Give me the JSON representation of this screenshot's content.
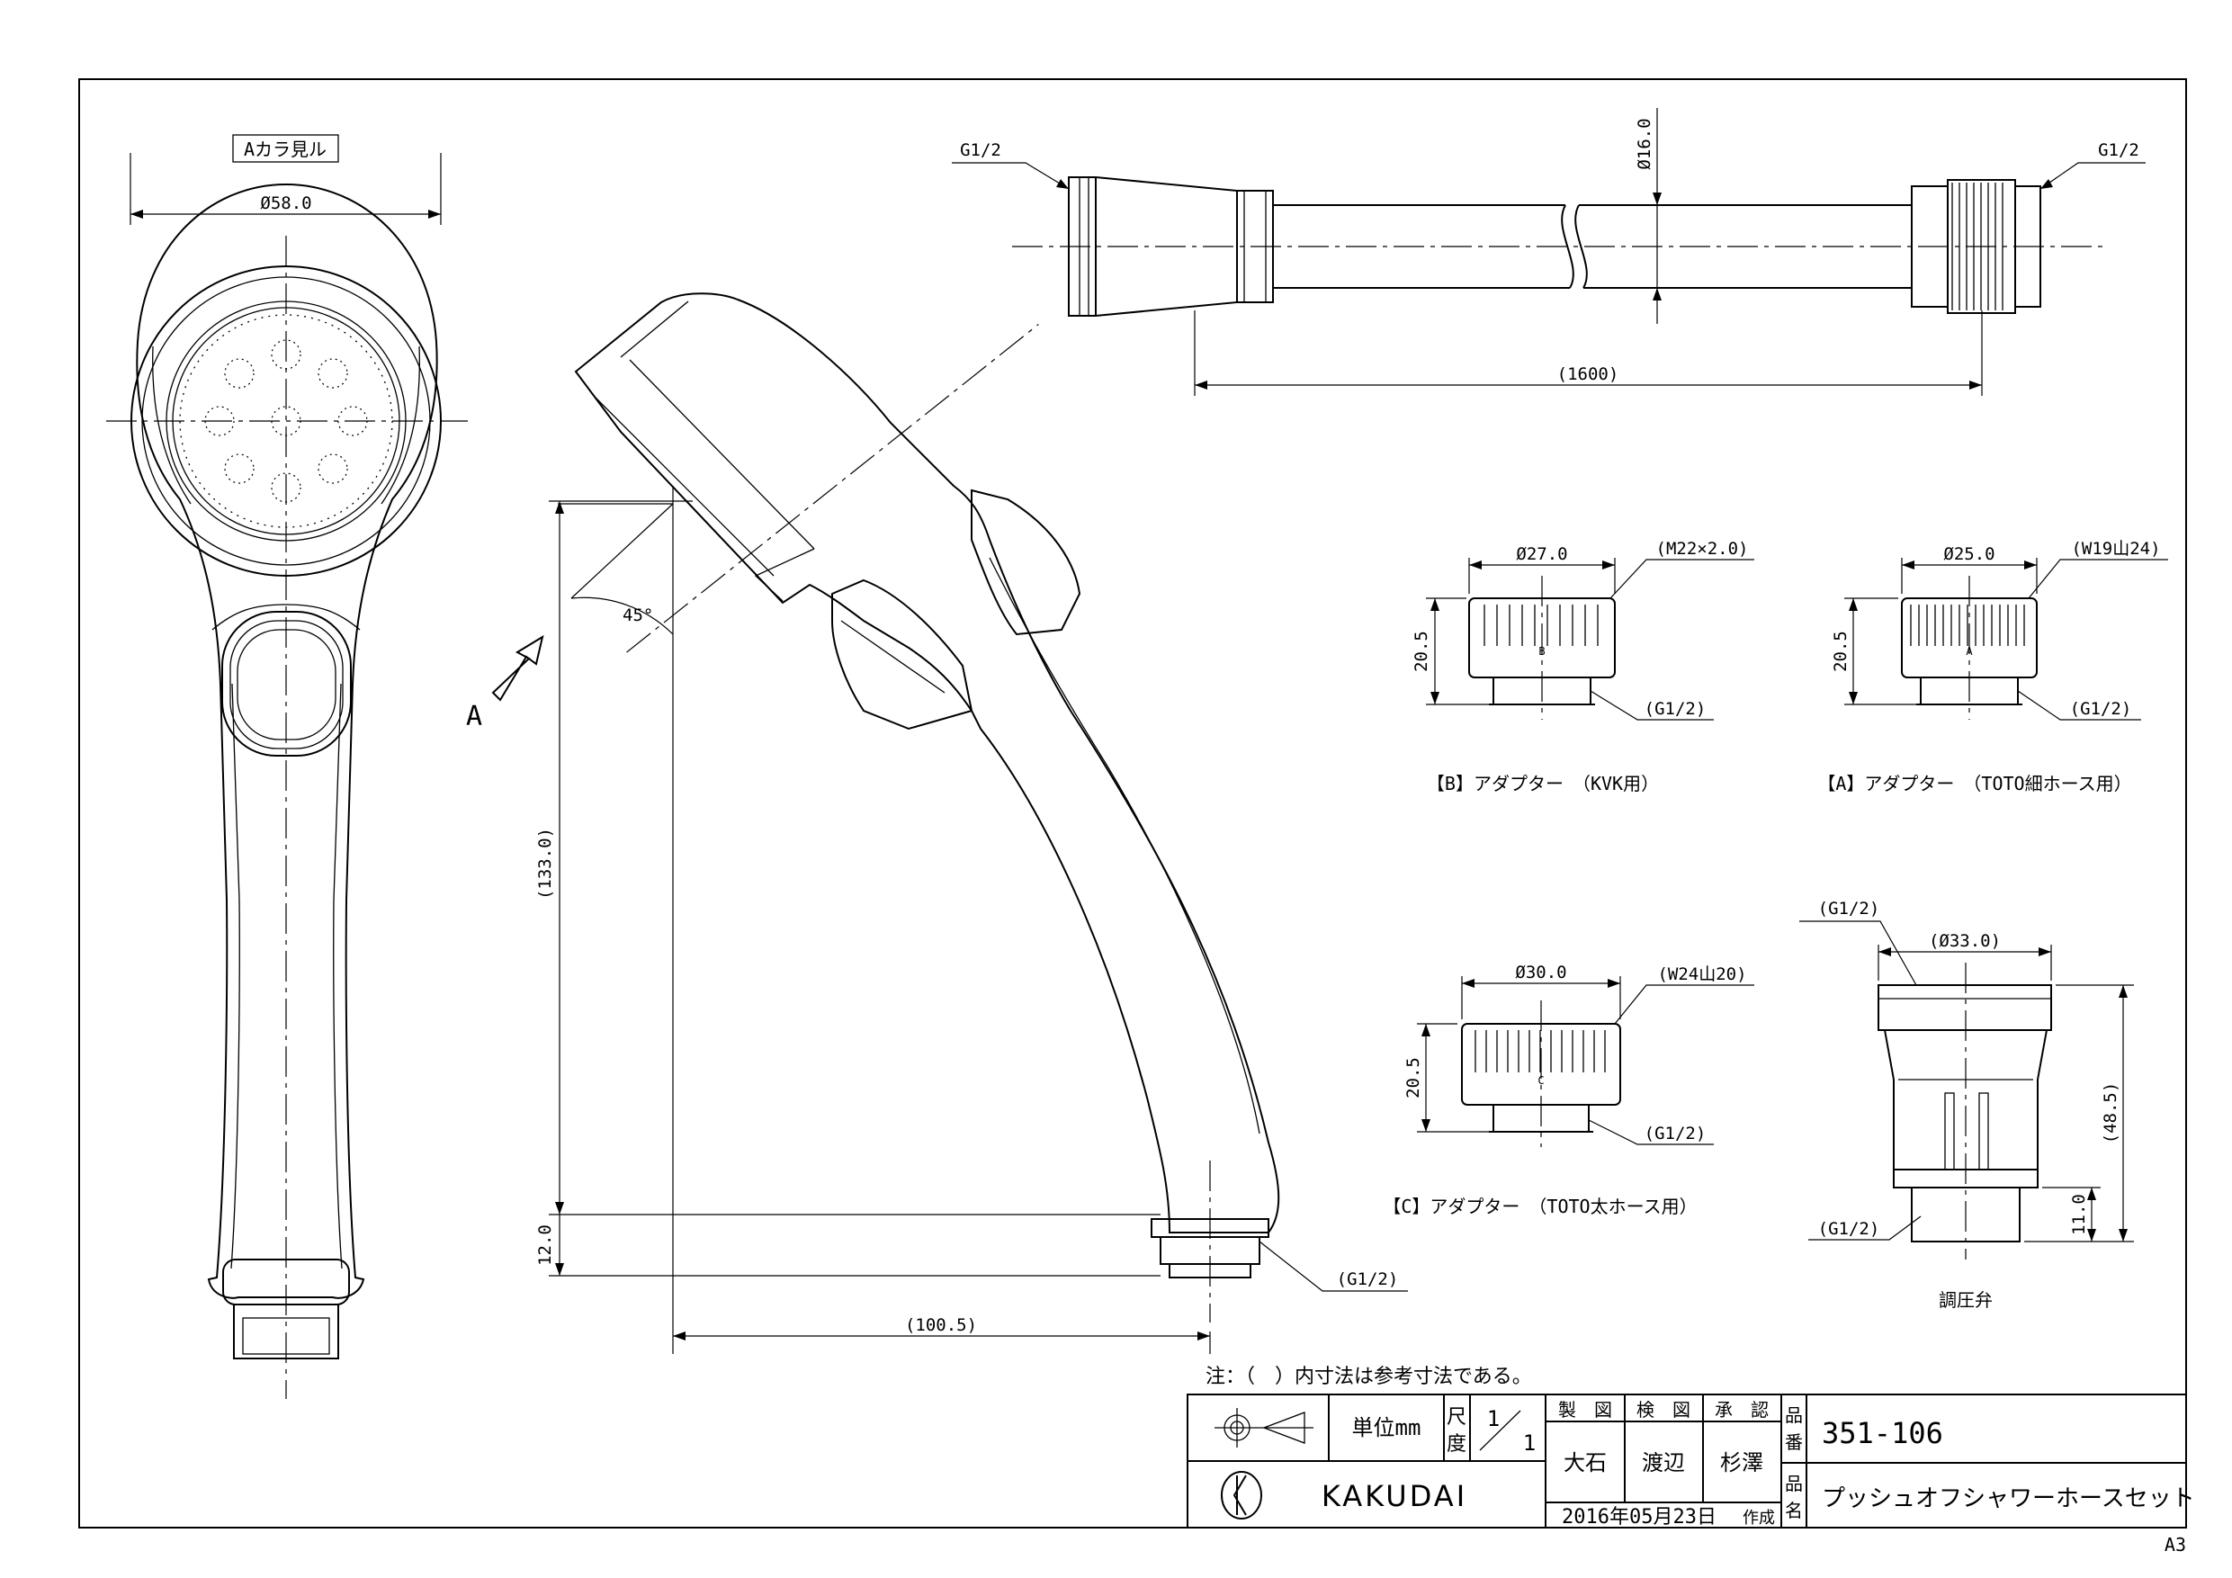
{
  "sheet_size": "A3",
  "view_label": "Aカラ見ル",
  "arrow_label": "A",
  "angle_label": "45°",
  "dimensions": {
    "head_dia": "Ø58.0",
    "hose_dia": "Ø16.0",
    "hose_length": "(1600)",
    "height_total": "(133.0)",
    "height_small": "12.0",
    "width": "(100.5)",
    "thread_left": "G1/2",
    "thread_right": "G1/2",
    "thread_handle": "(G1/2)"
  },
  "adapters": {
    "b": {
      "dia": "Ø27.0",
      "thread": "(M22×2.0)",
      "height": "20.5",
      "outlet": "(G1/2)",
      "mark": "B",
      "caption": "【B】アダプター　（KVK用）"
    },
    "a": {
      "dia": "Ø25.0",
      "thread": "(W19山24)",
      "height": "20.5",
      "outlet": "(G1/2)",
      "mark": "A",
      "caption": "【A】アダプター　（TOTO細ホース用）"
    },
    "c": {
      "dia": "Ø30.0",
      "thread": "(W24山20)",
      "height": "20.5",
      "outlet": "(G1/2)",
      "mark": "C",
      "caption": "【C】アダプター　（TOTO太ホース用）"
    },
    "valve": {
      "top_thread": "(G1/2)",
      "dia": "(Ø33.0)",
      "height": "(48.5)",
      "small": "11.0",
      "bottom_thread": "(G1/2)",
      "caption": "調圧弁"
    }
  },
  "note": "注：（　）内寸法は参考寸法である。",
  "title_block": {
    "unit_label": "単位mm",
    "scale_label_1": "尺",
    "scale_label_2": "度",
    "scale_num": "1",
    "scale_den": "1",
    "drawn_label": "製　図",
    "checked_label": "検　図",
    "approved_label": "承　認",
    "drawn": "大石",
    "checked": "渡辺",
    "approved": "杉澤",
    "number_label_1": "品",
    "number_label_2": "番",
    "name_label_1": "品",
    "name_label_2": "名",
    "part_number": "351-106",
    "product_name": "プッシュオフシャワーホースセット",
    "company": "KAKUDAI",
    "date": "2016年05月23日",
    "date_suffix": "作成"
  }
}
